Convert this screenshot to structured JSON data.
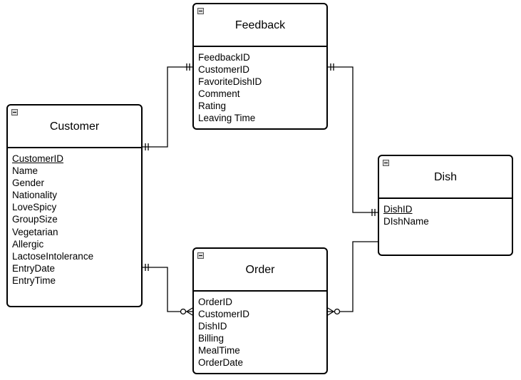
{
  "entities": {
    "feedback": {
      "title": "Feedback",
      "attributes": [
        {
          "name": "FeedbackID",
          "key": false
        },
        {
          "name": "CustomerID",
          "key": false
        },
        {
          "name": "FavoriteDishID",
          "key": false
        },
        {
          "name": "Comment",
          "key": false
        },
        {
          "name": "Rating",
          "key": false
        },
        {
          "name": "Leaving Time",
          "key": false
        }
      ]
    },
    "customer": {
      "title": "Customer",
      "attributes": [
        {
          "name": "CustomerID",
          "key": true
        },
        {
          "name": "Name",
          "key": false
        },
        {
          "name": "Gender",
          "key": false
        },
        {
          "name": "Nationality",
          "key": false
        },
        {
          "name": "LoveSpicy",
          "key": false
        },
        {
          "name": "GroupSize",
          "key": false
        },
        {
          "name": "Vegetarian",
          "key": false
        },
        {
          "name": "Allergic",
          "key": false
        },
        {
          "name": "LactoseIntolerance",
          "key": false
        },
        {
          "name": "EntryDate",
          "key": false
        },
        {
          "name": "EntryTime",
          "key": false
        }
      ]
    },
    "dish": {
      "title": "Dish",
      "attributes": [
        {
          "name": "DishID",
          "key": true
        },
        {
          "name": "DIshName",
          "key": false
        }
      ]
    },
    "order": {
      "title": "Order",
      "attributes": [
        {
          "name": "OrderID",
          "key": false
        },
        {
          "name": "CustomerID",
          "key": false
        },
        {
          "name": "DishID",
          "key": false
        },
        {
          "name": "Billing",
          "key": false
        },
        {
          "name": "MealTime",
          "key": false
        },
        {
          "name": "OrderDate",
          "key": false
        }
      ]
    }
  },
  "relationships": [
    {
      "from": "customer",
      "to": "feedback",
      "from_end": "one-and-only-one",
      "to_end": "one-and-only-one"
    },
    {
      "from": "feedback",
      "to": "dish",
      "from_end": "one-and-only-one",
      "to_end": "one-and-only-one"
    },
    {
      "from": "customer",
      "to": "order",
      "from_end": "one-and-only-one",
      "to_end": "zero-or-many"
    },
    {
      "from": "dish",
      "to": "order",
      "from_end": "none",
      "to_end": "zero-or-many"
    }
  ]
}
